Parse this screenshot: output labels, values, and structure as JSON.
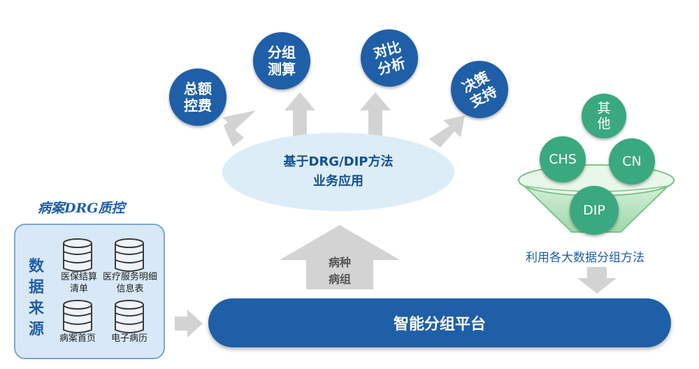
{
  "applications": [
    {
      "label": "总额控费"
    },
    {
      "label": "分组测算"
    },
    {
      "label": "对比分析"
    },
    {
      "label": "决策支持"
    }
  ],
  "center_ellipse": {
    "line1": "基于DRG/DIP方法",
    "line2": "业务应用"
  },
  "middle_arrow_label": "病种病组",
  "platform_label": "智能分组平台",
  "data_source": {
    "panel_title": "病案DRG质控",
    "vertical_label": "数据来源",
    "items": [
      {
        "label": "医保结算清单"
      },
      {
        "label": "医疗服务明细信息表"
      },
      {
        "label": "病案首页"
      },
      {
        "label": "电子病历"
      }
    ]
  },
  "funnel": {
    "items": [
      {
        "label": "其他"
      },
      {
        "label": "CHS"
      },
      {
        "label": "CN"
      },
      {
        "label": "DIP"
      }
    ],
    "caption": "利用各大数据分组方法"
  },
  "colors": {
    "primary_blue": "#1f5fa8",
    "ellipse_fill": "#dcedf8",
    "green": "#3aa97f",
    "arrow_gray": "#d3d3d3",
    "panel_fill": "#d8e8f6"
  }
}
